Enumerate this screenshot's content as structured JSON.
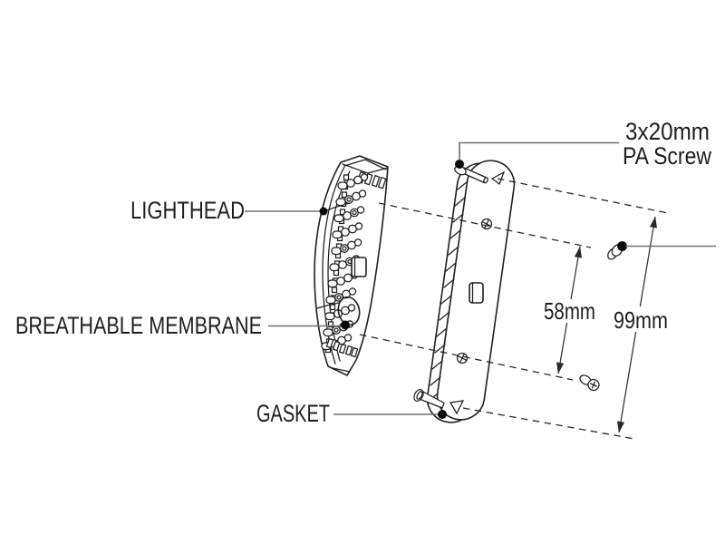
{
  "diagram": {
    "type": "exploded-assembly-drawing",
    "background": "#ffffff",
    "ink_color": "#201d21",
    "leader_color": "#6f6f6f",
    "membrane_fill": "#f5f5f5",
    "labels": {
      "lighthead": "LIGHTHEAD",
      "breathable_membrane": "BREATHABLE MEMBRANE",
      "gasket": "GASKET",
      "pa_screw_line1": "3x20mm",
      "pa_screw_line2": "PA Screw"
    },
    "dimensions": {
      "hole_spacing": "58mm",
      "overall": "99mm"
    }
  }
}
